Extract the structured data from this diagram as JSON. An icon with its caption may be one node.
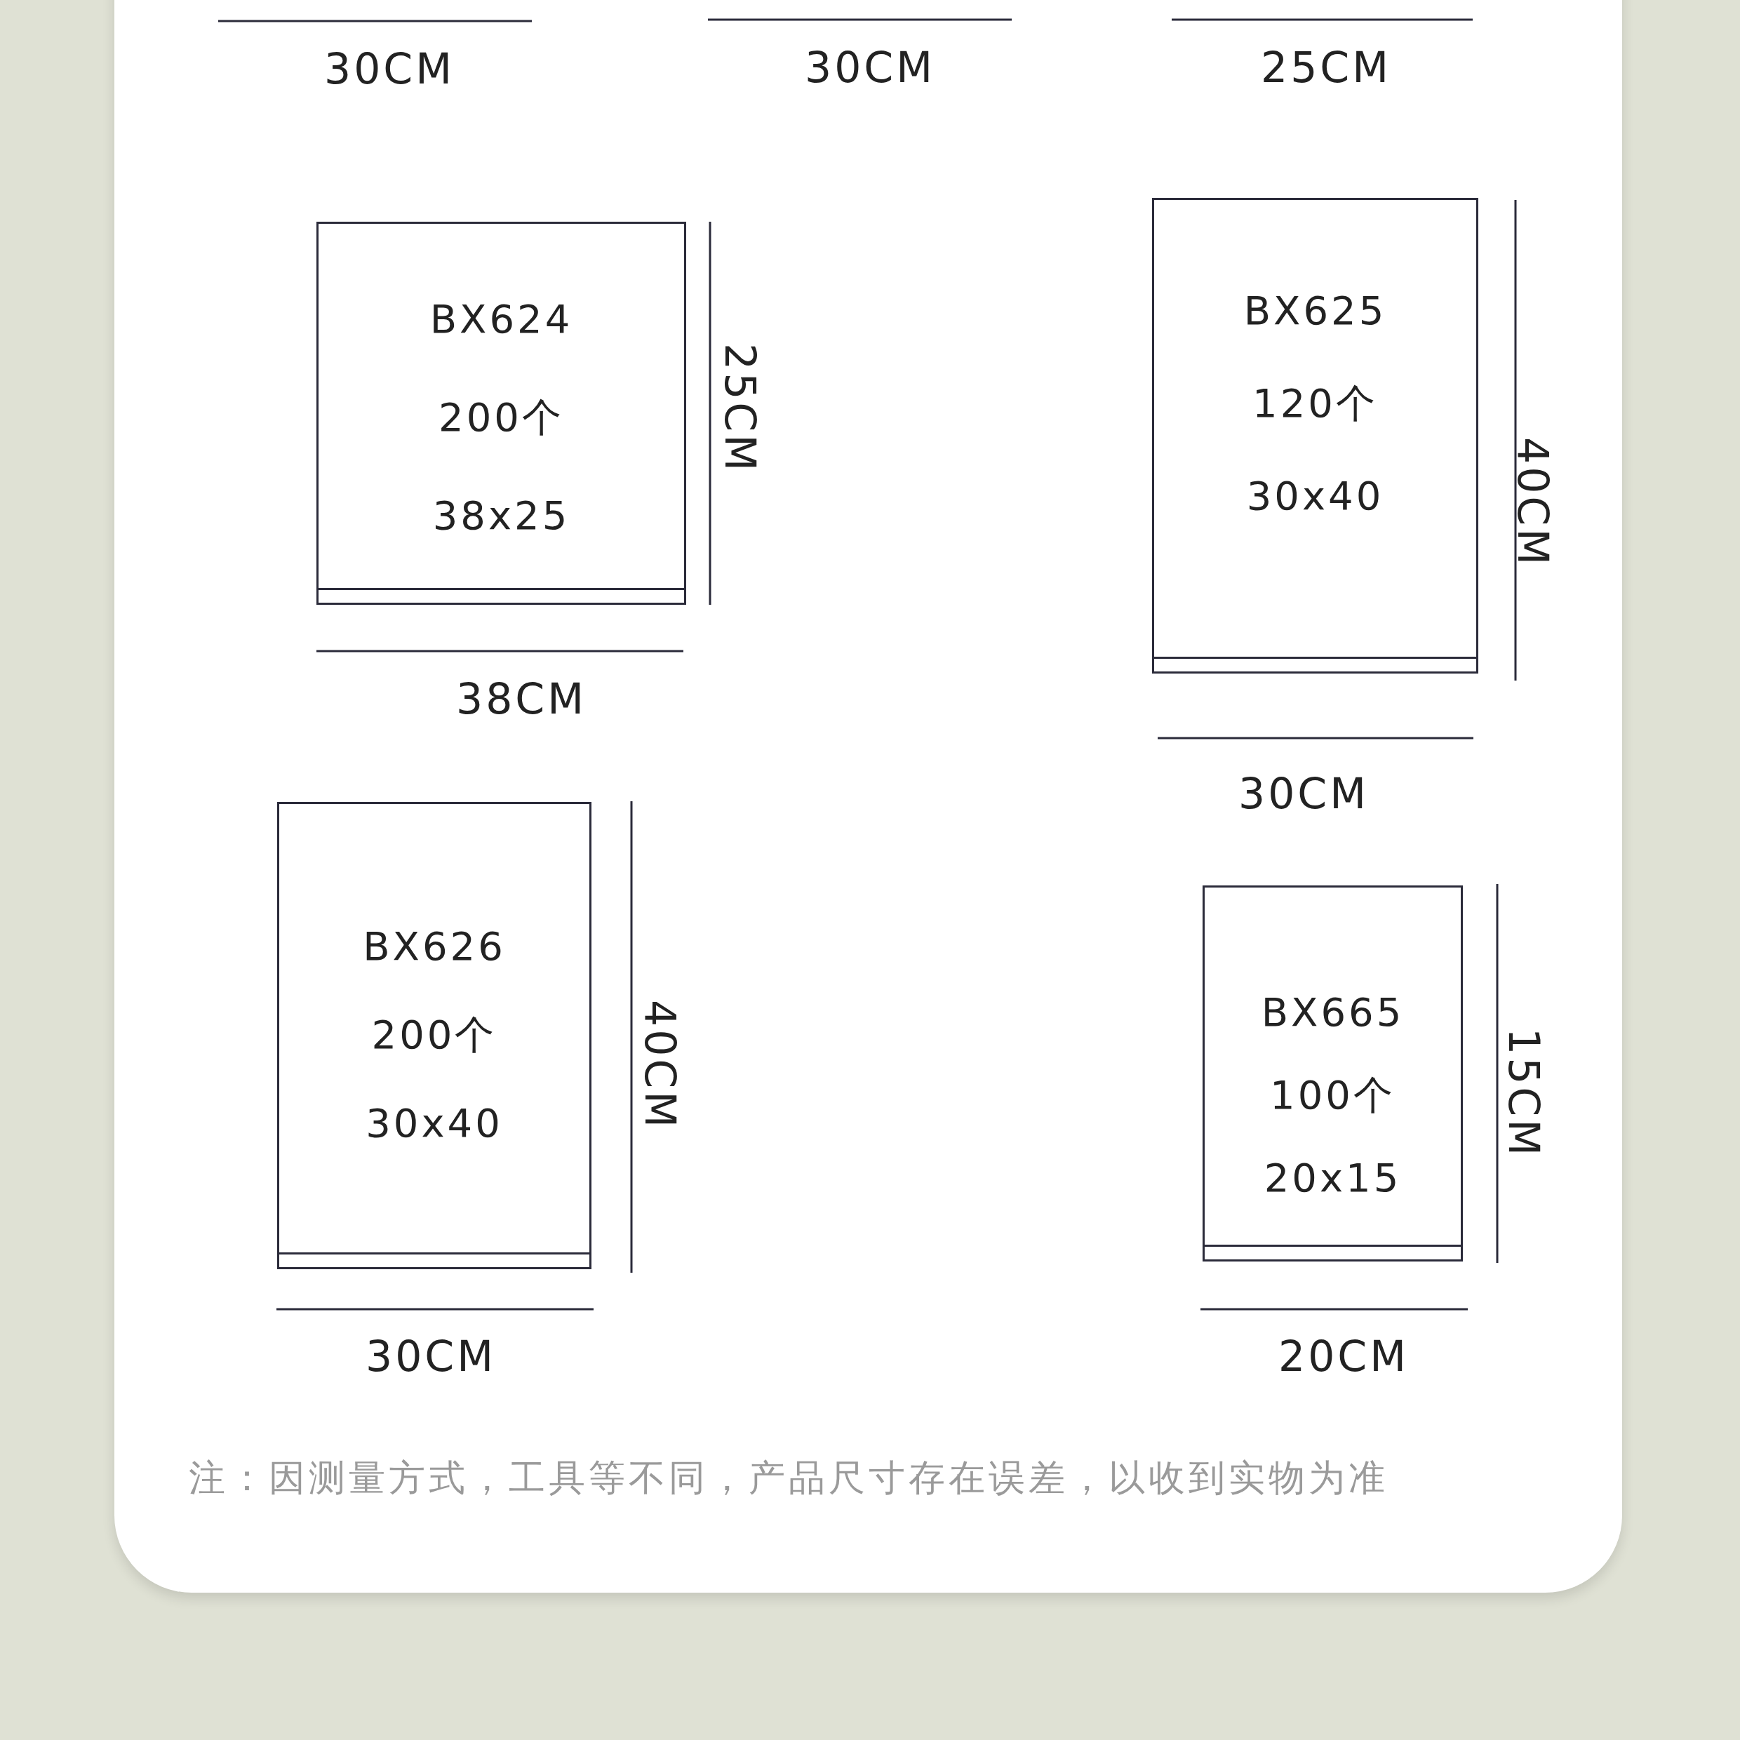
{
  "diagram": {
    "nodes": [
      {
        "text": [
          "BX624",
          "200个",
          "38x25"
        ]
      },
      {
        "text": [
          "BX625",
          "120个",
          "30x40"
        ]
      },
      {
        "text": [
          "BX626",
          "200个",
          "30x40"
        ]
      },
      {
        "text": [
          "BX665",
          "100个",
          "20x15"
        ]
      }
    ],
    "labels": [
      "30CM",
      "30CM",
      "25CM",
      "25CM",
      "40CM",
      "38CM",
      "30CM",
      "40CM",
      "15CM",
      "30CM",
      "20CM",
      "注：因测量方式，工具等不同，产品尺寸存在误差，以收到实物为准"
    ]
  }
}
